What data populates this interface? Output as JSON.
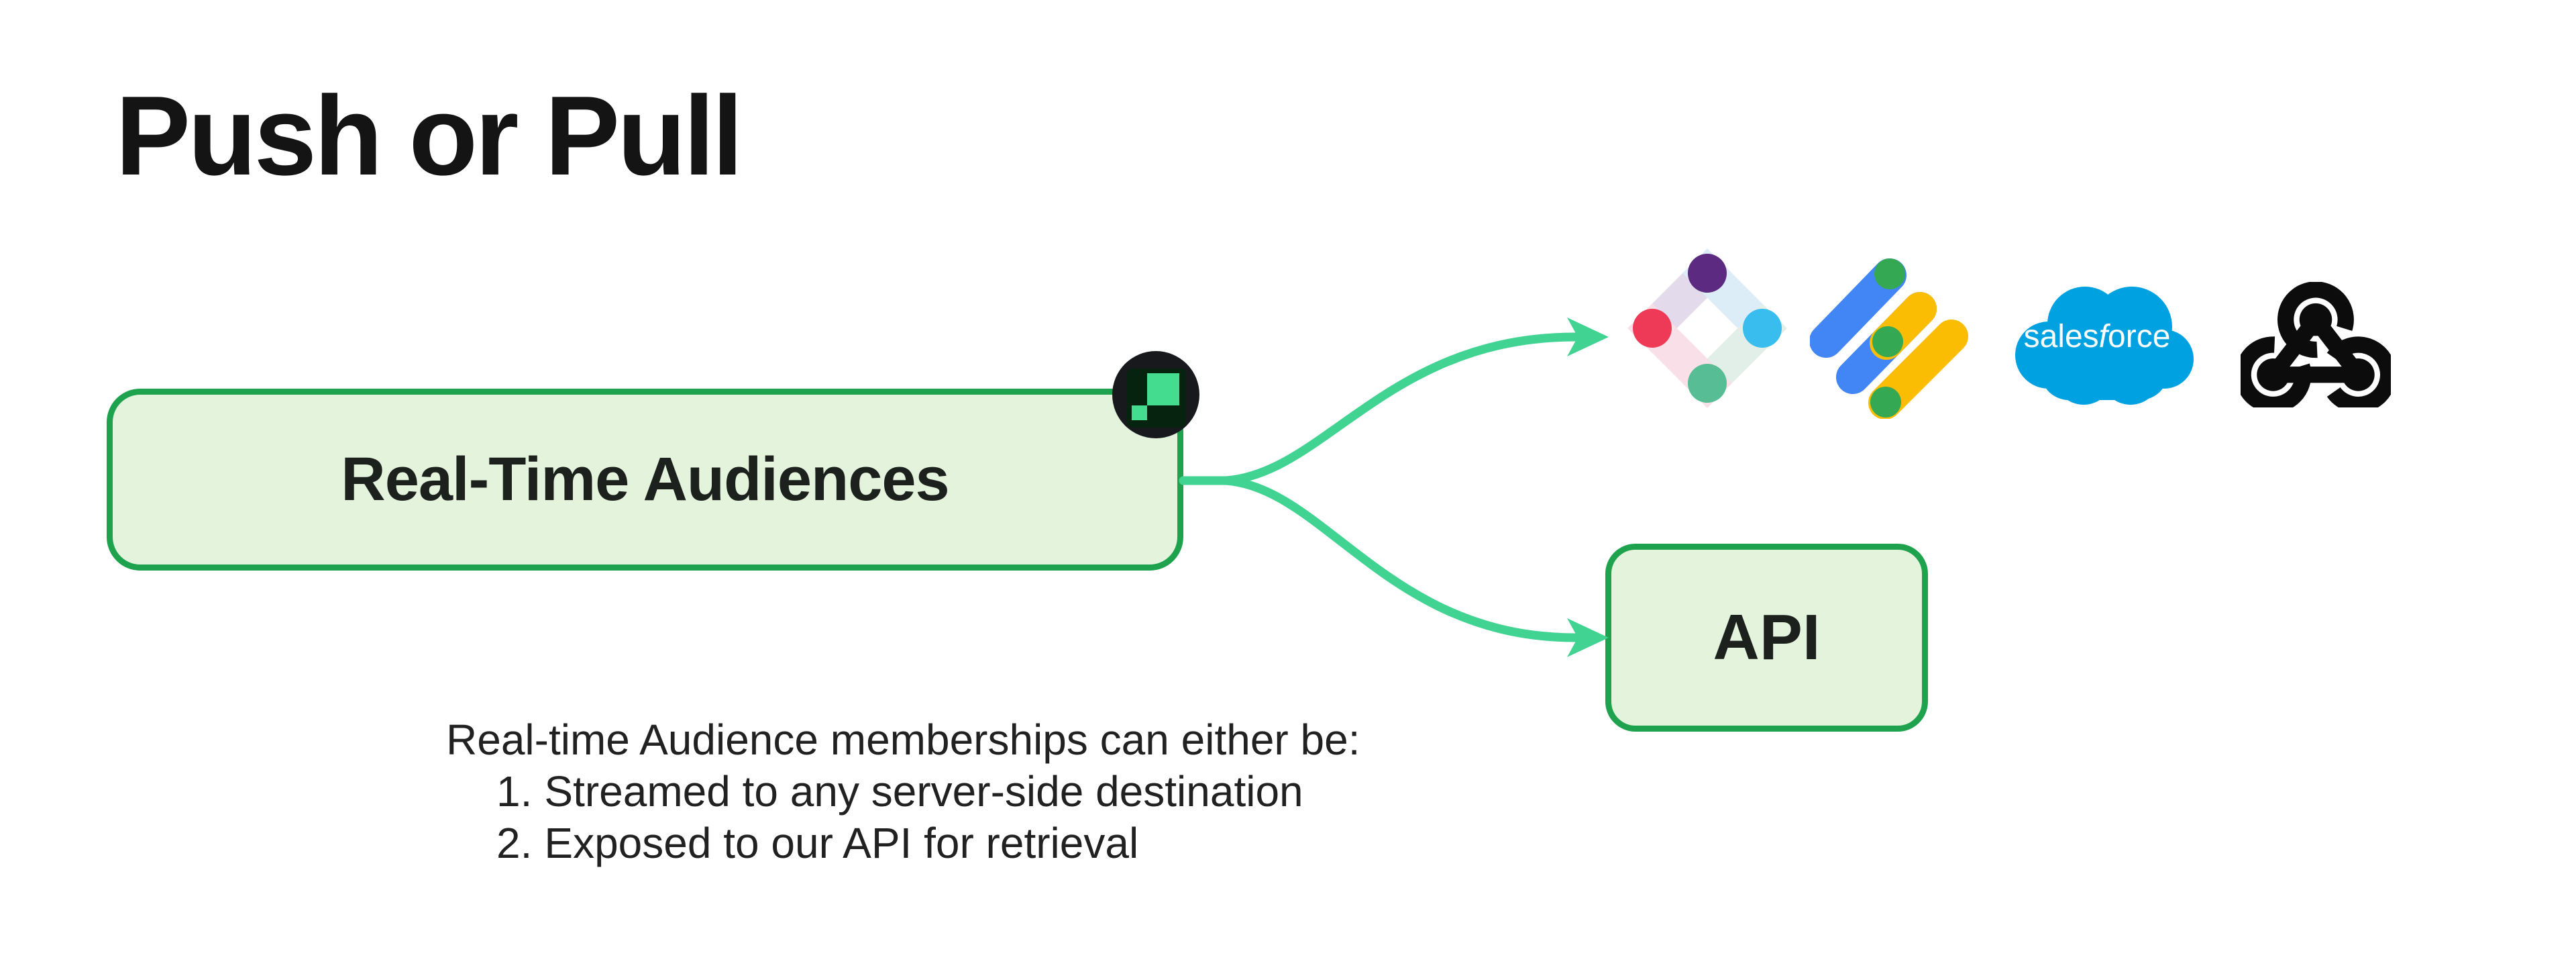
{
  "title": "Push or Pull",
  "colors": {
    "canvas_bg": "#ffffff",
    "title_text": "#141414",
    "label_text": "#1d211e",
    "body_text": "#212121",
    "box_border_green": "#1ea24d",
    "box_fill_green": "#e4f3dc",
    "arrow_green": "#41d392",
    "badge_bg": "#17191c",
    "badge_panel": "#06230f",
    "badge_green": "#44dc8e",
    "iterable_purple": "#5c2a80",
    "iterable_red": "#ee3a56",
    "iterable_blue": "#38bdee",
    "iterable_teal": "#57bd94",
    "iterable_bar_lavender": "#e3dbec",
    "iterable_bar_blue": "#ddedf8",
    "iterable_bar_sage": "#e2efe8",
    "iterable_bar_pink": "#f9dfe7",
    "google_blue": "#4285f4",
    "google_yellow": "#fbbc04",
    "google_green": "#34a853",
    "salesforce_blue": "#00a1e0",
    "webhook_black": "#0c0c0c"
  },
  "diagram": {
    "source_box": {
      "label": "Real-Time Audiences",
      "badge_icon": "realtime-audiences-badge-icon"
    },
    "api_box": {
      "label": "API"
    },
    "destinations": [
      {
        "name": "iterable-logo"
      },
      {
        "name": "google-ad-manager-logo"
      },
      {
        "name": "salesforce-logo",
        "wordmark_sales": "sales",
        "wordmark_f": "f",
        "wordmark_orce": "orce"
      },
      {
        "name": "webhook-icon"
      }
    ]
  },
  "notes": {
    "intro": "Real-time Audience memberships can either be:",
    "items": [
      {
        "num": "1.",
        "text": "Streamed to any server-side destination"
      },
      {
        "num": "2.",
        "text": "Exposed to our API for retrieval"
      }
    ]
  }
}
